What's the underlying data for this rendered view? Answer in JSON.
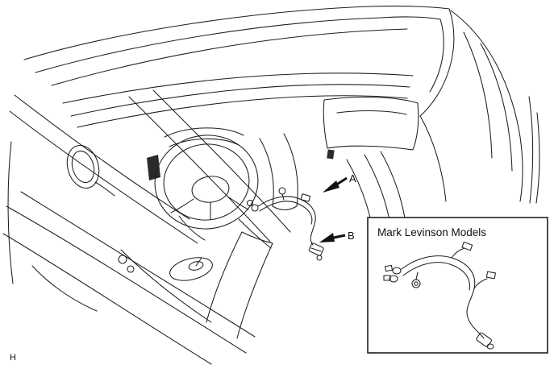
{
  "colors": {
    "background": "#ffffff",
    "ink": "#1f1f1f"
  },
  "diagram": {
    "callout_a": "A",
    "callout_b": "B",
    "inset_title": "Mark Levinson Models",
    "page_marker": "H"
  }
}
